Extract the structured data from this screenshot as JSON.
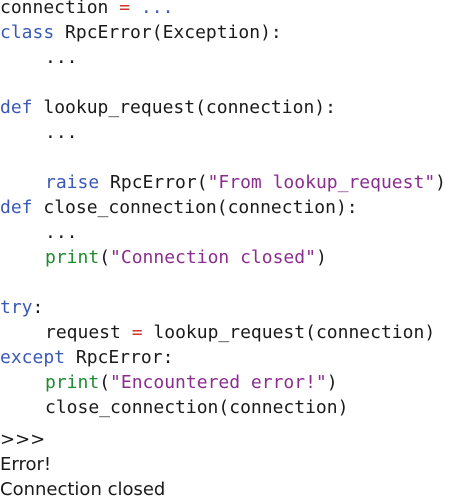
{
  "colors": {
    "keyword": "#3a59b6",
    "builtin": "#1f8a2f",
    "string": "#8a2d8e",
    "operator": "#d0342c",
    "text": "#1a1a1a",
    "background": "#ffffff"
  },
  "code": {
    "l1_name": "connection",
    "l1_eq": "=",
    "l1_ellipsis": "...",
    "l2_kw": "class",
    "l2_rest": "RpcError(Exception):",
    "l3_ellipsis": "...",
    "l5_kw": "def",
    "l5_rest": "lookup_request(connection):",
    "l6_ellipsis": "...",
    "l8_kw": "raise",
    "l8_call": "RpcError(",
    "l8_str": "\"From lookup_request\"",
    "l8_close": ")",
    "l9_kw": "def",
    "l9_rest": "close_connection(connection):",
    "l10_ellipsis": "...",
    "l11_func": "print",
    "l11_open": "(",
    "l11_str": "\"Connection closed\"",
    "l11_close": ")",
    "l13_kw": "try",
    "l13_colon": ":",
    "l14_var": "request",
    "l14_eq": "=",
    "l14_call": "lookup_request(connection)",
    "l15_kw": "except",
    "l15_rest": "RpcError:",
    "l16_func": "print",
    "l16_open": "(",
    "l16_str": "\"Encountered error!\"",
    "l16_close": ")",
    "l17_call": "close_connection(connection)"
  },
  "output": {
    "prompt": ">>>",
    "line1": "Error!",
    "line2": "Connection closed"
  }
}
